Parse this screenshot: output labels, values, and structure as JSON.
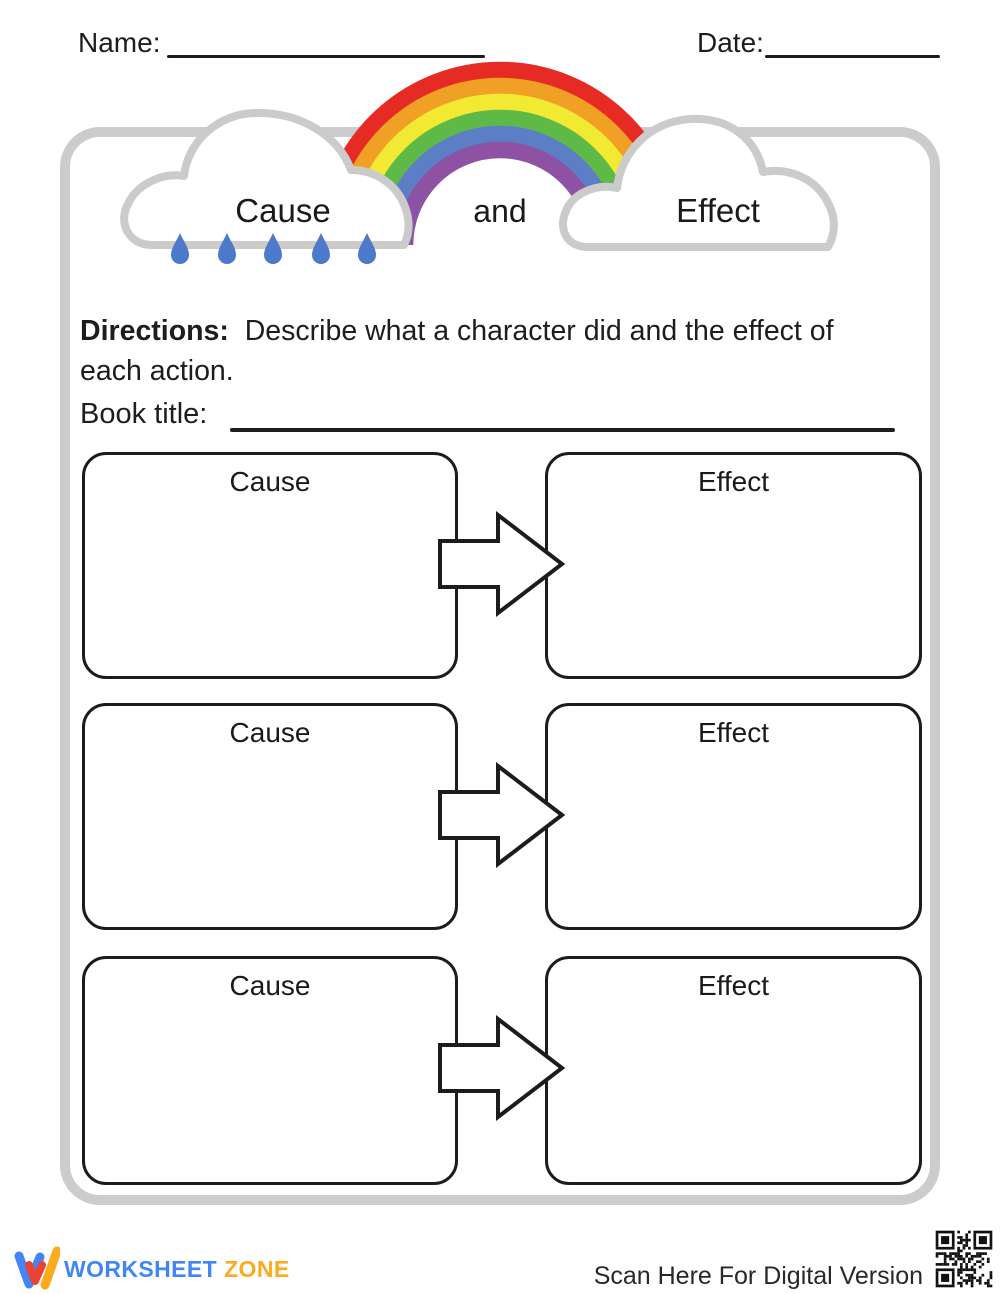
{
  "page": {
    "name_label": "Name:",
    "date_label": "Date:",
    "header": {
      "cause": "Cause",
      "and": "and",
      "effect": "Effect"
    },
    "directions_label": "Directions:",
    "directions_text": "Describe what a character did and the effect of each action.",
    "book_title_label": "Book title:",
    "rows": [
      {
        "cause_label": "Cause",
        "effect_label": "Effect"
      },
      {
        "cause_label": "Cause",
        "effect_label": "Effect"
      },
      {
        "cause_label": "Cause",
        "effect_label": "Effect"
      }
    ],
    "footer": {
      "brand_worksheet": "WORKSHEET",
      "brand_zone": "ZONE",
      "scan_text": "Scan Here For Digital Version"
    },
    "colors": {
      "rainbow": [
        "#e62a24",
        "#f0a125",
        "#f2ea32",
        "#5eb947",
        "#5b7ec4",
        "#8d52a4"
      ],
      "cloud_outline": "#cbcbcb",
      "frame_border": "#cccccc",
      "raindrop": "#4d79ca",
      "box_border": "#1c1c1c",
      "ink": "#1d1d1f",
      "brand_blue": "#4285f4",
      "brand_yellow": "#fbab1f",
      "logo_red": "#ea4335"
    }
  }
}
